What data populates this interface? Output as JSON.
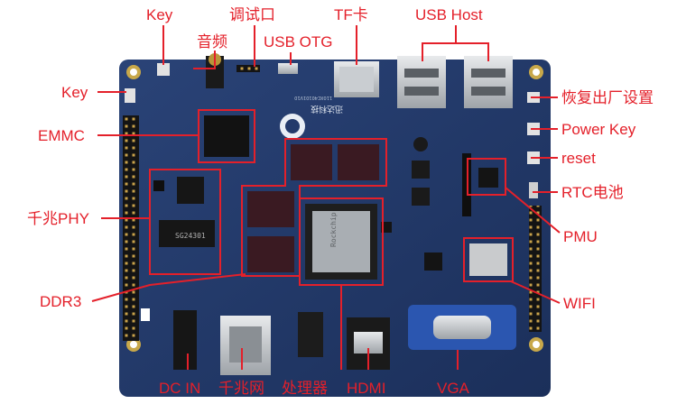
{
  "labels": {
    "key_top": "Key",
    "audio": "音频",
    "debug_port": "调试口",
    "usb_otg": "USB OTG",
    "tf_card": "TF卡",
    "usb_host": "USB Host",
    "key_left": "Key",
    "emmc": "EMMC",
    "gigabit_phy": "千兆PHY",
    "ddr3": "DDR3",
    "dc_in": "DC IN",
    "gigabit_net": "千兆网",
    "processor": "处理器",
    "hdmi": "HDMI",
    "vga": "VGA",
    "factory_reset": "恢复出厂设置",
    "power_key": "Power Key",
    "reset": "reset",
    "rtc_battery": "RTC电池",
    "pmu": "PMU",
    "wifi": "WIFI"
  },
  "board": {
    "silkscreen_code": "110XC40101V10",
    "brand_text": "迅达科技",
    "phy_chip_text": "SG24301",
    "cpu_chip_text": "Rockchip"
  },
  "colors": {
    "accent": "#e4202a",
    "pcb": "#233a6b",
    "pcb_dark": "#17284d"
  }
}
